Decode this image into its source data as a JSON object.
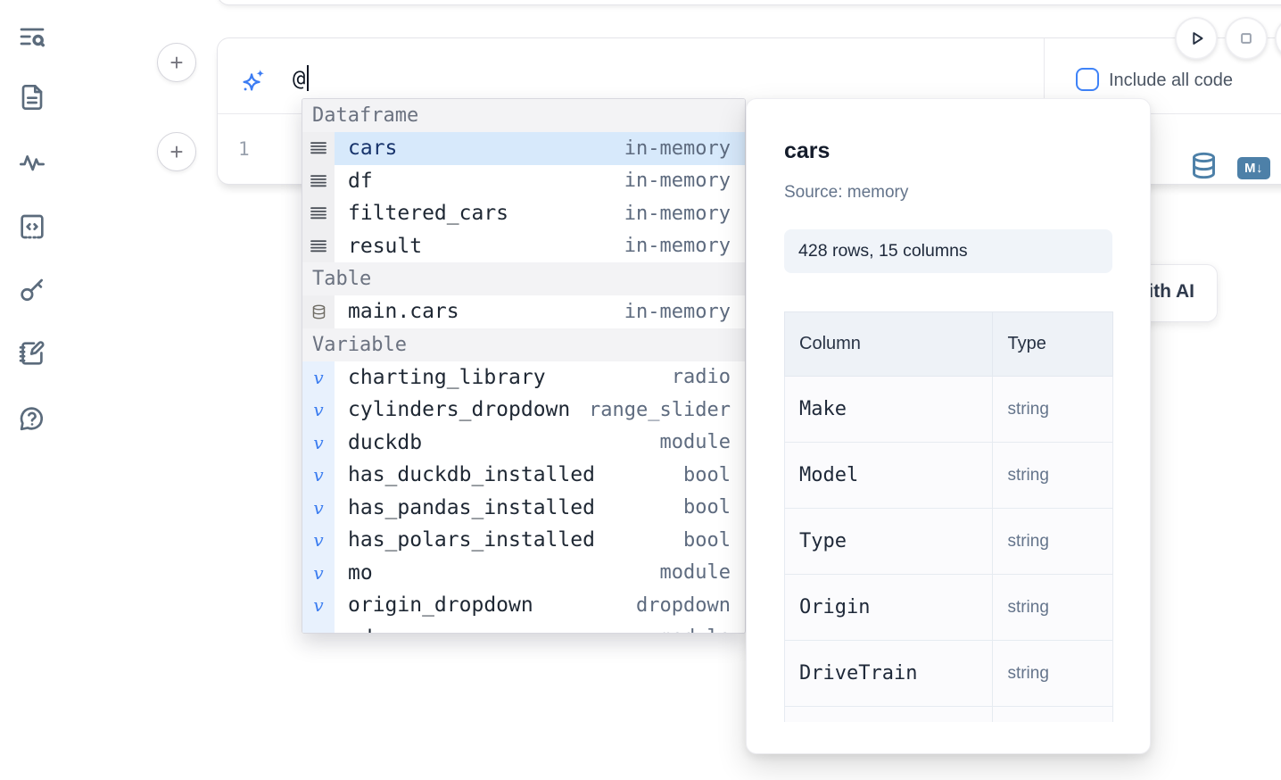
{
  "colors": {
    "accent_blue": "#3f83f8",
    "sparkle_blue": "#3c7cf3",
    "steel_blue": "#4d80a8",
    "selection_bg": "#d7e9fb",
    "sidebar_icon": "#5b6b7c"
  },
  "sidebar": {
    "items": [
      {
        "icon": "text-search-icon"
      },
      {
        "icon": "file-document-icon"
      },
      {
        "icon": "activity-icon"
      },
      {
        "icon": "code-snippet-icon"
      },
      {
        "icon": "key-icon"
      },
      {
        "icon": "scratchpad-icon"
      },
      {
        "icon": "help-chat-icon"
      }
    ]
  },
  "notebook": {
    "add_cell_button_label": "+",
    "ai_input": {
      "value": "@"
    },
    "include_all_code": {
      "label": "Include all code",
      "checked": false
    },
    "code_cell": {
      "line_number": "1"
    },
    "markdown_badge": "M↓",
    "generate_ai_button_label": "Generate with AI"
  },
  "autocomplete": {
    "sections": [
      {
        "label": "Dataframe",
        "kind": "dataframe",
        "items": [
          {
            "name": "cars",
            "detail": "in-memory",
            "selected": true
          },
          {
            "name": "df",
            "detail": "in-memory"
          },
          {
            "name": "filtered_cars",
            "detail": "in-memory"
          },
          {
            "name": "result",
            "detail": "in-memory"
          }
        ]
      },
      {
        "label": "Table",
        "kind": "table",
        "items": [
          {
            "name": "main.cars",
            "detail": "in-memory"
          }
        ]
      },
      {
        "label": "Variable",
        "kind": "variable",
        "items": [
          {
            "name": "charting_library",
            "detail": "radio"
          },
          {
            "name": "cylinders_dropdown",
            "detail": "range_slider"
          },
          {
            "name": "duckdb",
            "detail": "module"
          },
          {
            "name": "has_duckdb_installed",
            "detail": "bool"
          },
          {
            "name": "has_pandas_installed",
            "detail": "bool"
          },
          {
            "name": "has_polars_installed",
            "detail": "bool"
          },
          {
            "name": "mo",
            "detail": "module"
          },
          {
            "name": "origin_dropdown",
            "detail": "dropdown"
          },
          {
            "name": "pd",
            "detail": "module"
          }
        ]
      }
    ]
  },
  "preview": {
    "title": "cars",
    "source": "Source: memory",
    "shape": "428 rows, 15 columns",
    "table": {
      "headers": [
        "Column",
        "Type"
      ],
      "rows": [
        [
          "Make",
          "string"
        ],
        [
          "Model",
          "string"
        ],
        [
          "Type",
          "string"
        ],
        [
          "Origin",
          "string"
        ],
        [
          "DriveTrain",
          "string"
        ]
      ]
    }
  }
}
